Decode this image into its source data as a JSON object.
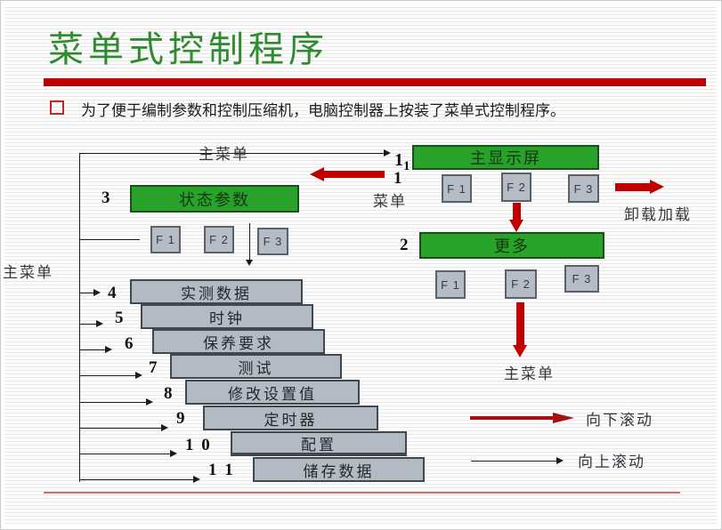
{
  "slide": {
    "title": "菜单式控制程序",
    "bullet_text": "为了便于编制参数和控制压缩机，电脑控制器上按装了菜单式控制程序。"
  },
  "diagram": {
    "top_menu_label": "主菜单",
    "left_menu_label": "主菜单",
    "one_main": "1",
    "one_sub": "1",
    "menu_number": "1",
    "menu_label": "菜单",
    "unload_load_label": "卸载加载",
    "main_display": {
      "title": "主显示屏",
      "fkeys": [
        "F 1",
        "F 2",
        "F 3"
      ]
    },
    "status_params": {
      "number": "3",
      "title": "状态参数",
      "fkeys": [
        "F 1",
        "F 2",
        "F 3"
      ]
    },
    "more": {
      "number": "2",
      "title": "更多",
      "fkeys": [
        "F 1",
        "F 2",
        "F 3"
      ],
      "bottom_label": "主菜单"
    },
    "stack": [
      {
        "number": "4",
        "label": "实测数据"
      },
      {
        "number": "5",
        "label": "时钟"
      },
      {
        "number": "6",
        "label": "保养要求"
      },
      {
        "number": "7",
        "label": "测试"
      },
      {
        "number": "8",
        "label": "修改设置值"
      },
      {
        "number": "9",
        "label": "定时器"
      },
      {
        "number": "1 0",
        "label": "配置"
      },
      {
        "number": "1 1",
        "label": "储存数据"
      }
    ],
    "legend": {
      "down_label": "向下滚动",
      "up_label": "向上滚动"
    }
  },
  "colors": {
    "title_green": "#2f8b2f",
    "bar_red": "#c00000",
    "box_green": "#28a228",
    "box_gray": "#b2bac4",
    "arrow_red": "#c00000"
  }
}
